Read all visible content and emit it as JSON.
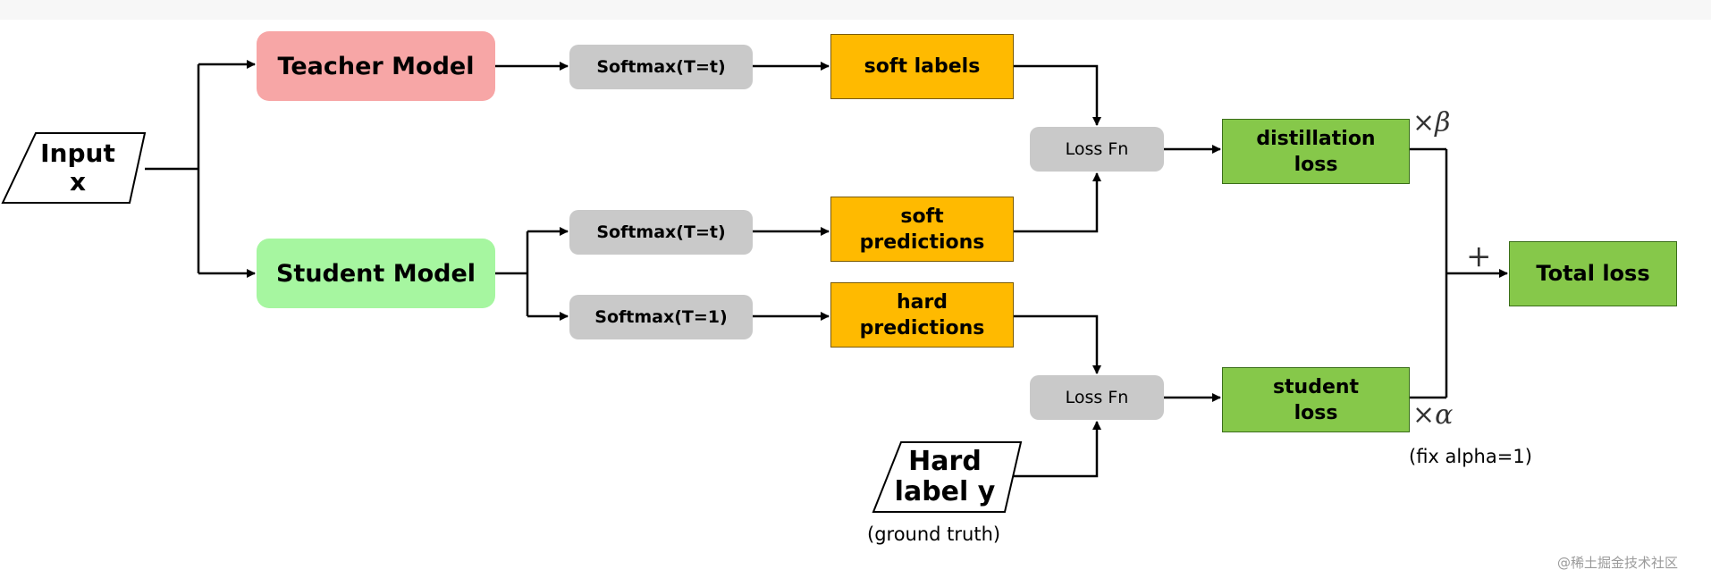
{
  "input": {
    "line1": "Input",
    "line2": "x"
  },
  "teacher_model": "Teacher Model",
  "student_model": "Student Model",
  "softmax": {
    "teacher": "Softmax(T=t)",
    "student_soft": "Softmax(T=t)",
    "student_hard": "Softmax(T=1)"
  },
  "soft_labels": "soft labels",
  "soft_predictions": {
    "line1": "soft",
    "line2": "predictions"
  },
  "hard_predictions": {
    "line1": "hard",
    "line2": "predictions"
  },
  "loss_fn": {
    "top": "Loss Fn",
    "bottom": "Loss Fn"
  },
  "hard_label": {
    "line1": "Hard",
    "line2": "label y",
    "note": "(ground truth)"
  },
  "distillation_loss": {
    "line1": "distillation",
    "line2": "loss"
  },
  "student_loss": {
    "line1": "student",
    "line2": "loss"
  },
  "weights": {
    "beta": "×β",
    "alpha": "×α",
    "plus": "+"
  },
  "total_loss": "Total loss",
  "alpha_note": "(fix alpha=1)",
  "watermark": "@稀土掘金技术社区",
  "colors": {
    "teacher": "#f7a6a6",
    "student": "#a6f6a0",
    "softmax": "#c9c9c9",
    "orange": "#ffba00",
    "green": "#86c84a"
  }
}
